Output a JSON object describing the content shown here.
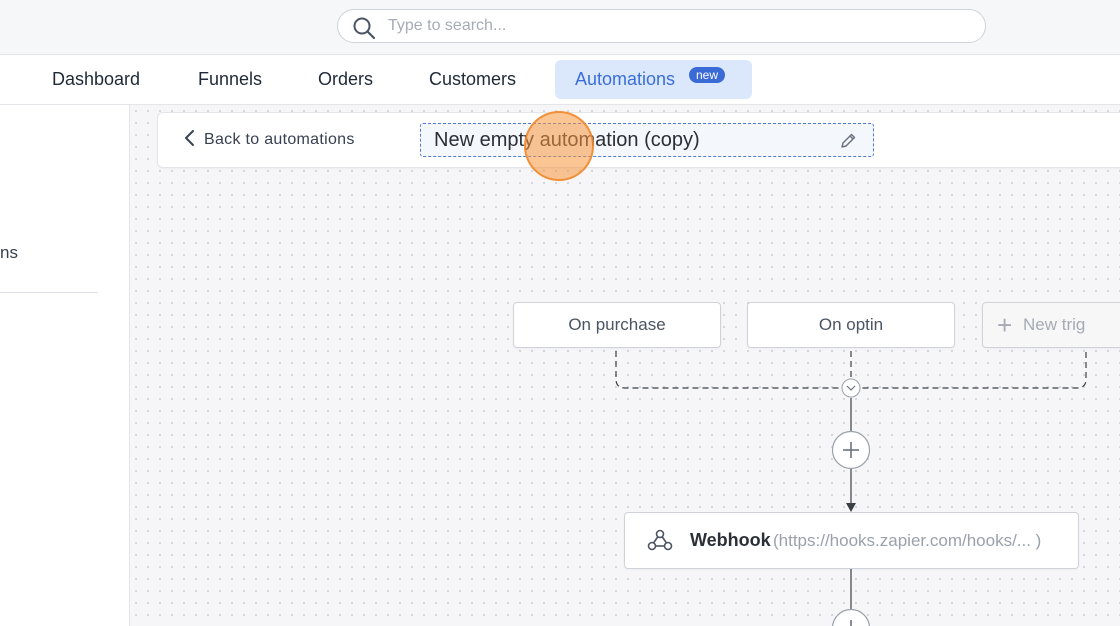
{
  "search": {
    "placeholder": "Type to search..."
  },
  "nav": {
    "items": [
      "Dashboard",
      "Funnels",
      "Orders",
      "Customers"
    ],
    "active": {
      "label": "Automations",
      "badge": "new"
    }
  },
  "sidebar": {
    "partial_label": "ns"
  },
  "header": {
    "back_label": "Back to automations",
    "title": "New empty automation (copy)"
  },
  "triggers": [
    "On purchase",
    "On optin",
    "New trig"
  ],
  "steps": [
    {
      "label": "Webhook",
      "detail": "(https://hooks.zapier.com/hooks/...  )",
      "icon": "webhook-icon"
    }
  ],
  "icons": [
    "search-icon",
    "chevron-left-icon",
    "pencil-icon",
    "plus-icon",
    "chevron-down-icon",
    "webhook-icon"
  ],
  "colors": {
    "accent": "#3a6ad5",
    "active_tab_bg": "#dbe7fb",
    "title_border": "#4f7ad0",
    "cursor_highlight": "#f8963c"
  }
}
